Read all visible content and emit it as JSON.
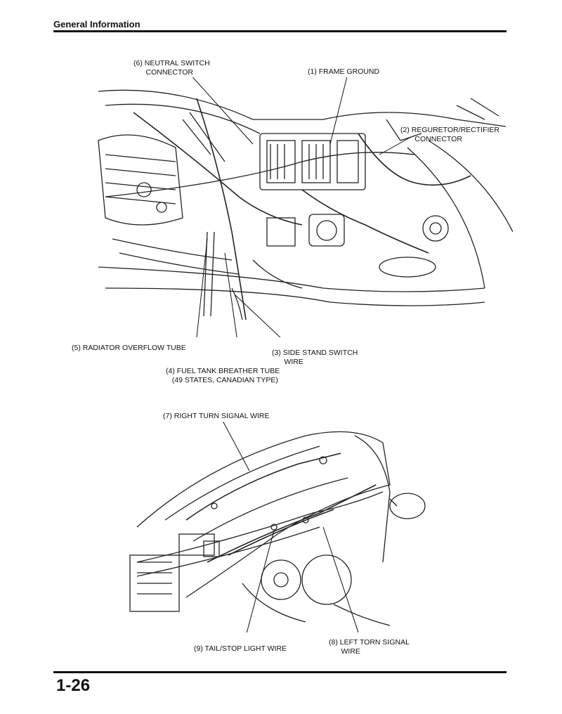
{
  "header": {
    "title": "General Information"
  },
  "footer": {
    "page_number": "1-26"
  },
  "figure_top": {
    "labels": {
      "neutral_switch": "(6) NEUTRAL SWITCH\n      CONNECTOR",
      "frame_ground": "(1) FRAME GROUND",
      "regulator": "(2) REGURETOR/RECTIFIER\n       CONNECTOR",
      "radiator": "(5) RADIATOR OVERFLOW TUBE",
      "side_stand": "(3) SIDE STAND SWITCH\n      WIRE",
      "fuel_tank": "(4) FUEL TANK BREATHER TUBE\n   (49 STATES, CANADIAN TYPE)"
    }
  },
  "figure_bottom": {
    "labels": {
      "right_turn": "(7) RIGHT TURN SIGNAL WIRE",
      "left_turn": "(8) LEFT TORN SIGNAL\n      WIRE",
      "tail_stop": "(9) TAIL/STOP LIGHT WIRE"
    }
  }
}
